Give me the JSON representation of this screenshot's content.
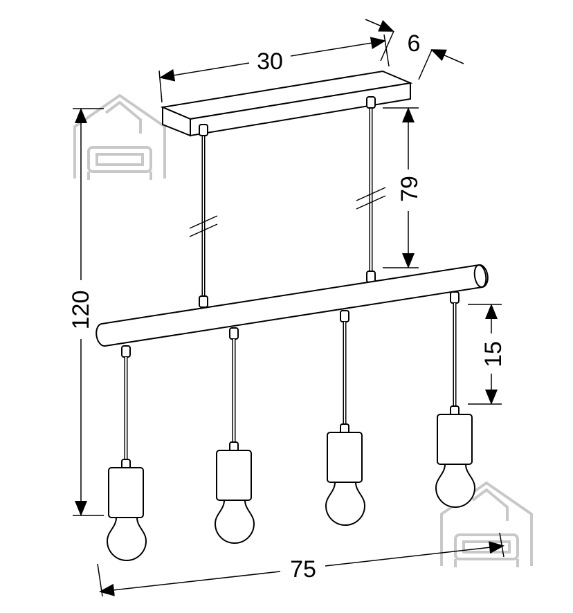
{
  "dimensions": {
    "canopy_length": "30",
    "canopy_depth": "6",
    "cable_length": "79",
    "total_height": "120",
    "socket_drop": "15",
    "bar_length": "75"
  },
  "watermark": {
    "icon": "house-sofa-logo-icon"
  },
  "colors": {
    "line": "#000000",
    "watermark": "#c8c8c8"
  }
}
